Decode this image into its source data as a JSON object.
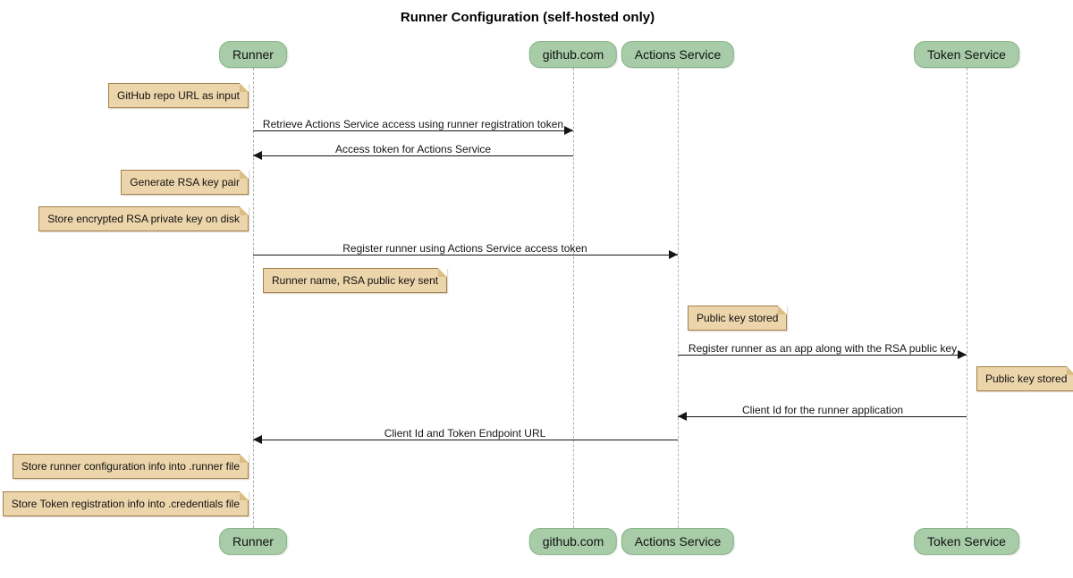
{
  "title": "Runner Configuration (self-hosted only)",
  "diagram_type": "sequence-diagram",
  "participants": [
    {
      "id": "runner",
      "label": "Runner"
    },
    {
      "id": "github",
      "label": "github.com"
    },
    {
      "id": "actions-service",
      "label": "Actions Service"
    },
    {
      "id": "token-service",
      "label": "Token Service"
    }
  ],
  "messages": [
    {
      "from": "Runner",
      "to": "github.com",
      "label": "Retrieve Actions Service access using runner registration token"
    },
    {
      "from": "github.com",
      "to": "Runner",
      "label": "Access token for Actions Service"
    },
    {
      "from": "Runner",
      "to": "Actions Service",
      "label": "Register runner using Actions Service access token"
    },
    {
      "from": "Actions Service",
      "to": "Token Service",
      "label": "Register runner as an app along with the RSA public key"
    },
    {
      "from": "Token Service",
      "to": "Actions Service",
      "label": "Client Id for the runner application"
    },
    {
      "from": "Actions Service",
      "to": "Runner",
      "label": "Client Id and Token Endpoint URL"
    }
  ],
  "notes": [
    {
      "text": "GitHub repo URL as input",
      "attached_to": "Runner",
      "side": "left"
    },
    {
      "text": "Generate RSA key pair",
      "attached_to": "Runner",
      "side": "left"
    },
    {
      "text": "Store encrypted RSA private key on disk",
      "attached_to": "Runner",
      "side": "left"
    },
    {
      "text": "Runner name, RSA public key sent",
      "attached_to": "Runner",
      "side": "right"
    },
    {
      "text": "Public key stored",
      "attached_to": "Actions Service",
      "side": "right"
    },
    {
      "text": "Public key stored",
      "attached_to": "Token Service",
      "side": "right"
    },
    {
      "text": "Store runner configuration info into .runner file",
      "attached_to": "Runner",
      "side": "left"
    },
    {
      "text": "Store Token registration info into .credentials file",
      "attached_to": "Runner",
      "side": "left"
    }
  ],
  "colors": {
    "participant_fill": "#A8CCA8",
    "participant_border": "#86B586",
    "note_fill": "#ECD5AB",
    "note_border": "#A2814B",
    "lifeline": "#B0B0B0",
    "message": "#151515"
  }
}
